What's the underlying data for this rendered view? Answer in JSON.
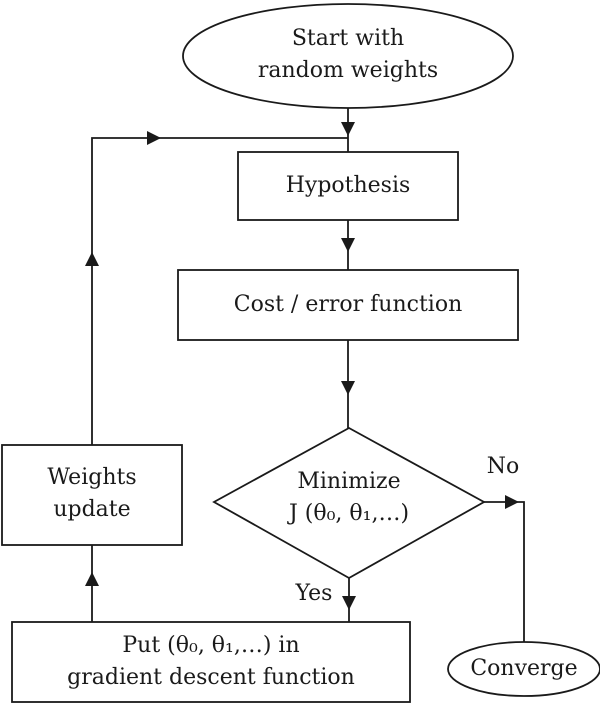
{
  "nodes": {
    "start": "Start with\nrandom weights",
    "hypothesis": "Hypothesis",
    "cost": "Cost / error function",
    "decision": "Minimize\nJ (θ₀, θ₁,…)",
    "gradient": "Put (θ₀, θ₁,…) in\ngradient descent function",
    "weights": "Weights\nupdate",
    "converge": "Converge"
  },
  "edge_labels": {
    "no": "No",
    "yes": "Yes"
  }
}
